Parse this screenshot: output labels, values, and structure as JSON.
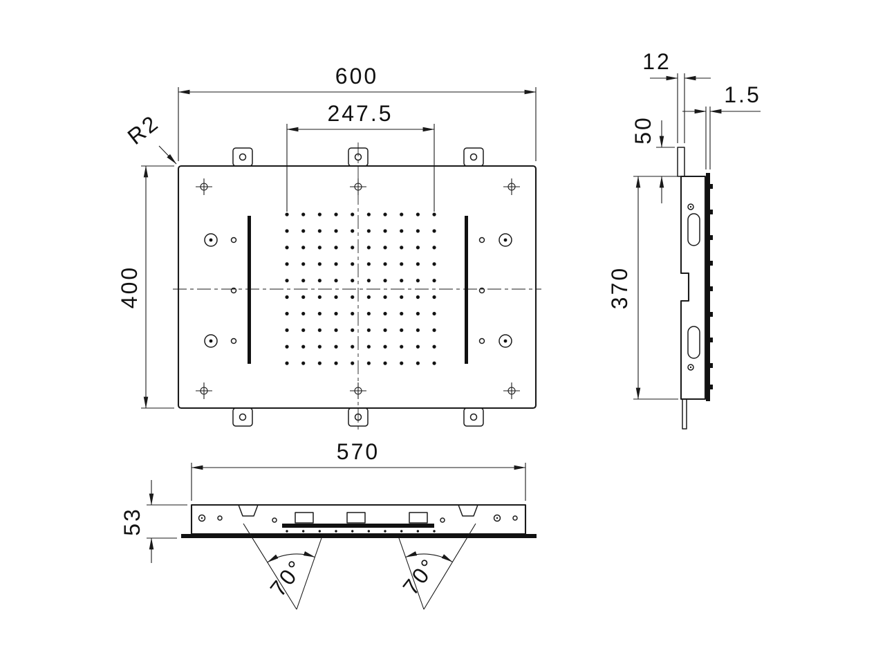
{
  "colors": {
    "line": "#1a1a1a",
    "background": "#ffffff"
  },
  "drawing": {
    "top_view": {
      "width": "600",
      "nozzle_field_width": "247.5",
      "corner_radius": "R2",
      "height": "400"
    },
    "side_view": {
      "bracket_width": "12",
      "panel_thickness": "1.5",
      "bracket_offset": "50",
      "height": "370"
    },
    "front_view": {
      "bracket_length": "570",
      "height": "53",
      "angle_left": "70°",
      "angle_right": "70°"
    }
  }
}
